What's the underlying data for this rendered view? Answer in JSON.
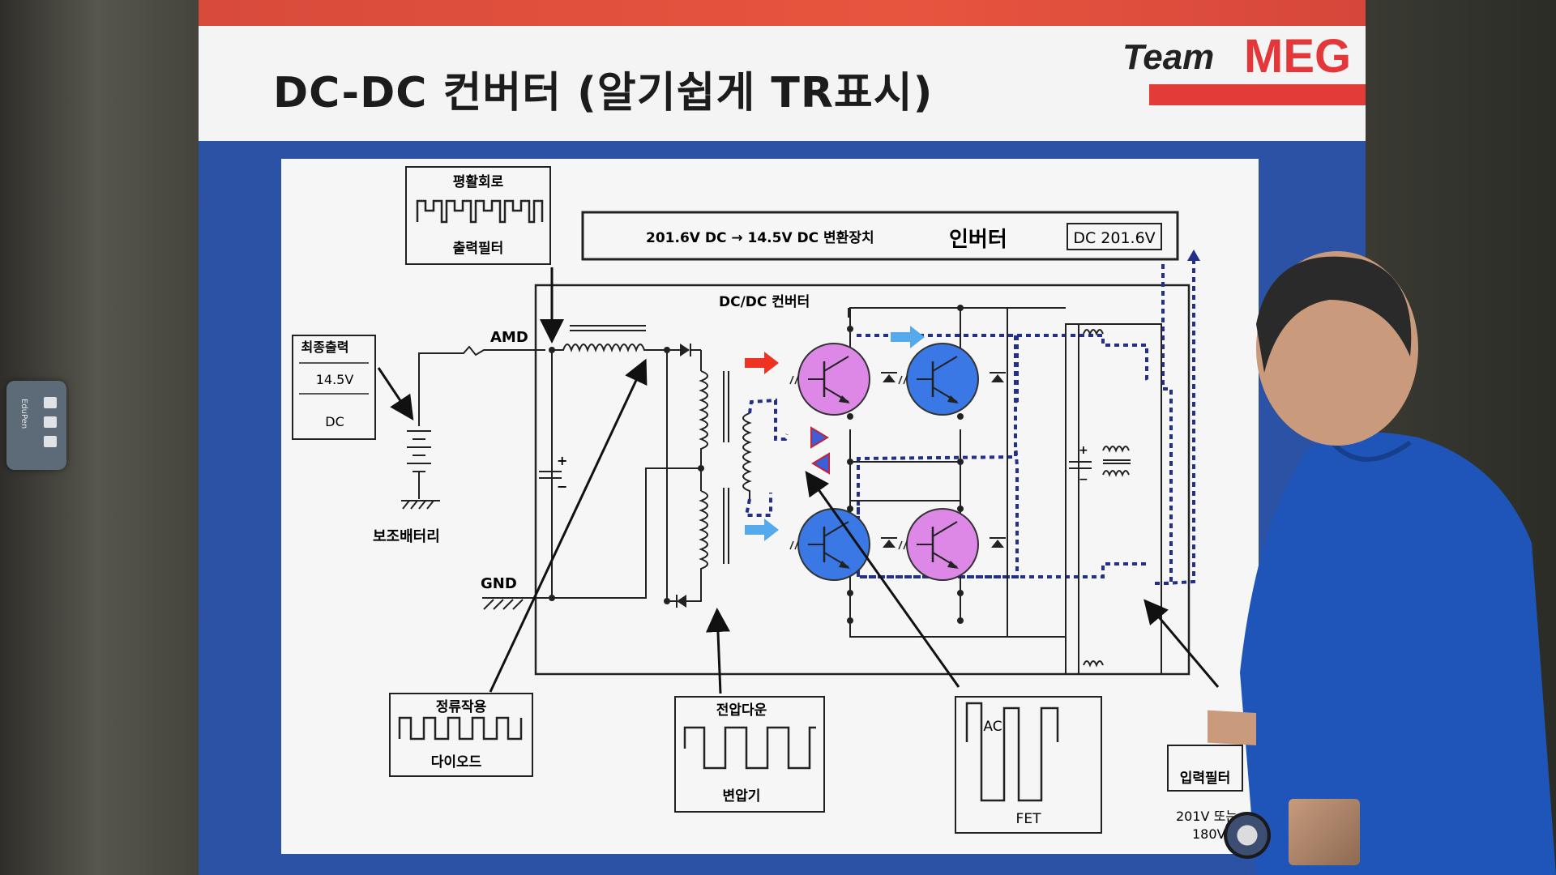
{
  "slide": {
    "title": "DC-DC 컨버터 (알기쉽게 TR표시)",
    "logo_team": "Team",
    "logo_meg": "MEG"
  },
  "diagram": {
    "labels": {
      "smoothing_top": "평활회로",
      "smoothing_bottom": "출력필터",
      "final_output_top": "최종출력",
      "final_output_value": "14.5V",
      "final_output_unit": "DC",
      "aux_battery": "보조배터리",
      "amd": "AMD",
      "gnd": "GND",
      "conversion": "201.6V DC → 14.5V DC 변환장치",
      "inverter": "인버터",
      "dc_input": "DC 201.6V",
      "dcdc": "DC/DC 컨버터",
      "rectify_top": "정류작용",
      "rectify_bottom": "다이오드",
      "stepdown_top": "전압다운",
      "stepdown_bottom": "변압기",
      "fet_ac": "AC",
      "fet": "FET",
      "input_filter": "입력필터",
      "input_voltage_1": "201V 또는",
      "input_voltage_2": "180V"
    }
  },
  "colors": {
    "screen_blue": "#2c52a6",
    "header_red": "#e33b37",
    "tr_magenta": "#dd88e6",
    "tr_blue": "#3a78e6",
    "path_dots": "#23308a",
    "arrow_red": "#ee3322",
    "arrow_blue": "#55aaee"
  }
}
